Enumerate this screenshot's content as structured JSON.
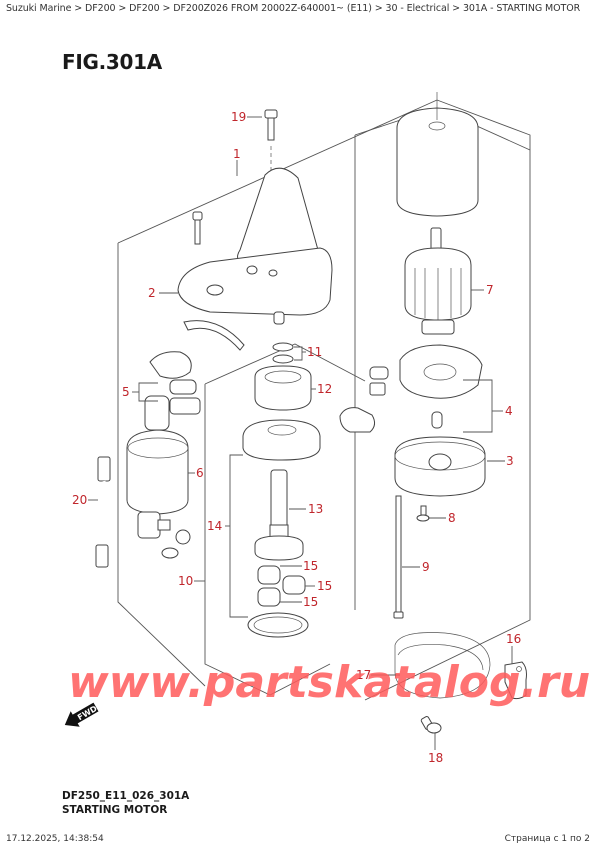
{
  "breadcrumb": {
    "items": [
      "Suzuki Marine",
      "DF200",
      "DF200",
      "DF200Z026 FROM 20002Z-640001~ (E11)",
      "30 - Electrical",
      "301A - STARTING MOTOR"
    ],
    "separator": " > ",
    "text": "Suzuki Marine > DF200 > DF200 > DF200Z026 FROM 20002Z-640001~ (E11) > 30 - Electrical > 301A - STARTING MOTOR"
  },
  "figure": {
    "title": "FIG.301A",
    "code": "DF250_E11_026_301A",
    "name": "STARTING MOTOR"
  },
  "callouts": [
    {
      "id": "1",
      "label": "1"
    },
    {
      "id": "2",
      "label": "2"
    },
    {
      "id": "3",
      "label": "3"
    },
    {
      "id": "4",
      "label": "4"
    },
    {
      "id": "5",
      "label": "5"
    },
    {
      "id": "6",
      "label": "6"
    },
    {
      "id": "7",
      "label": "7"
    },
    {
      "id": "8",
      "label": "8"
    },
    {
      "id": "9",
      "label": "9"
    },
    {
      "id": "10",
      "label": "10"
    },
    {
      "id": "11",
      "label": "11"
    },
    {
      "id": "12",
      "label": "12"
    },
    {
      "id": "13",
      "label": "13"
    },
    {
      "id": "14",
      "label": "14"
    },
    {
      "id": "15a",
      "label": "15"
    },
    {
      "id": "15b",
      "label": "15"
    },
    {
      "id": "15c",
      "label": "15"
    },
    {
      "id": "16",
      "label": "16"
    },
    {
      "id": "17",
      "label": "17"
    },
    {
      "id": "18",
      "label": "18"
    },
    {
      "id": "19",
      "label": "19"
    },
    {
      "id": "20",
      "label": "20"
    }
  ],
  "fwd_arrow": {
    "label": "FWD"
  },
  "watermark": "www.partskatalog.ru",
  "colors": {
    "callout": "#c0262c",
    "watermark": "#ff5a5a",
    "line": "#555555"
  },
  "footer": {
    "datetime": "17.12.2025, 14:38:54",
    "page": "Страница с 1 по 2"
  }
}
